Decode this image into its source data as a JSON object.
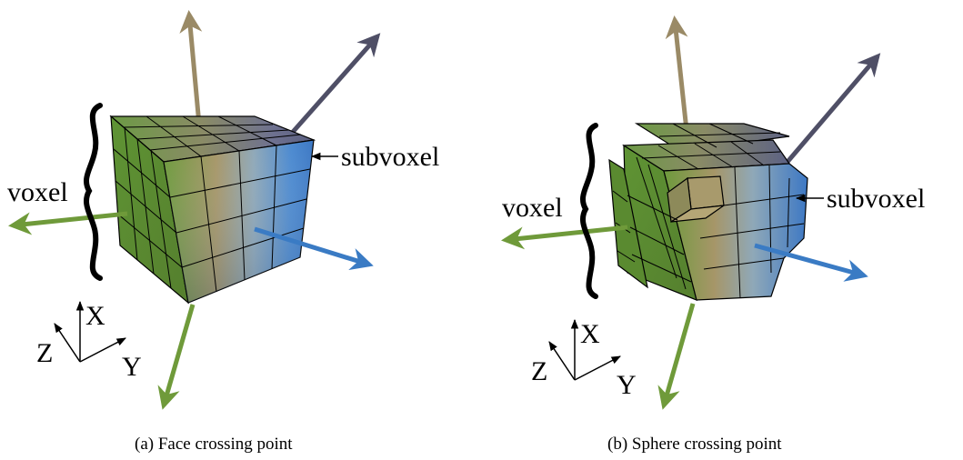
{
  "figures": [
    {
      "id": "a",
      "caption": "(a) Face crossing point",
      "voxel_label": "voxel",
      "subvoxel_label": "subvoxel",
      "axes": {
        "x": "X",
        "y": "Y",
        "z": "Z"
      }
    },
    {
      "id": "b",
      "caption": "(b) Sphere crossing point",
      "voxel_label": "voxel",
      "subvoxel_label": "subvoxel",
      "axes": {
        "x": "X",
        "y": "Y",
        "z": "Z"
      }
    }
  ],
  "colors": {
    "arrow_up": "#9a8a66",
    "arrow_diag": "#4f4f66",
    "arrow_right": "#3a7bc4",
    "arrow_left": "#6f9a3a",
    "arrow_down": "#6f9a3a",
    "cube_green": "#5f9a36",
    "cube_tan": "#a59664",
    "cube_slate": "#6a6f88",
    "cube_blue": "#4a86cc"
  }
}
